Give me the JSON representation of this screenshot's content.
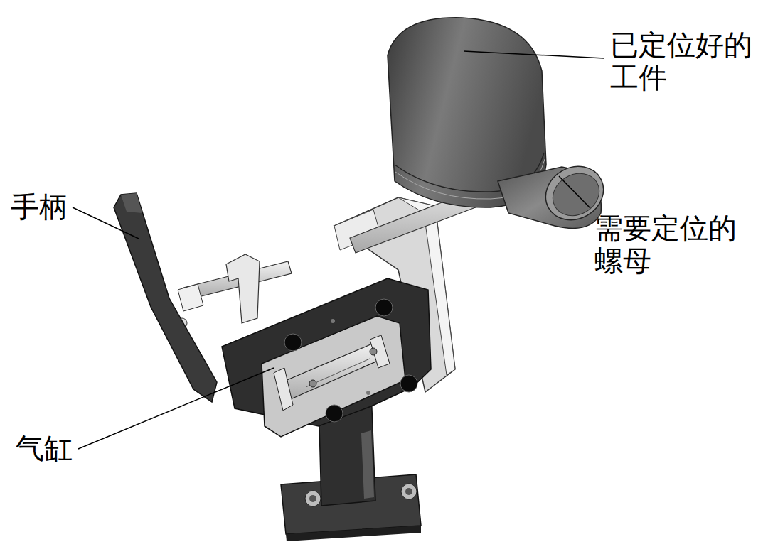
{
  "diagram": {
    "labels": [
      "已定位好的 工件",
      "手柄",
      "需要定位的 螺母",
      "气缸"
    ]
  }
}
